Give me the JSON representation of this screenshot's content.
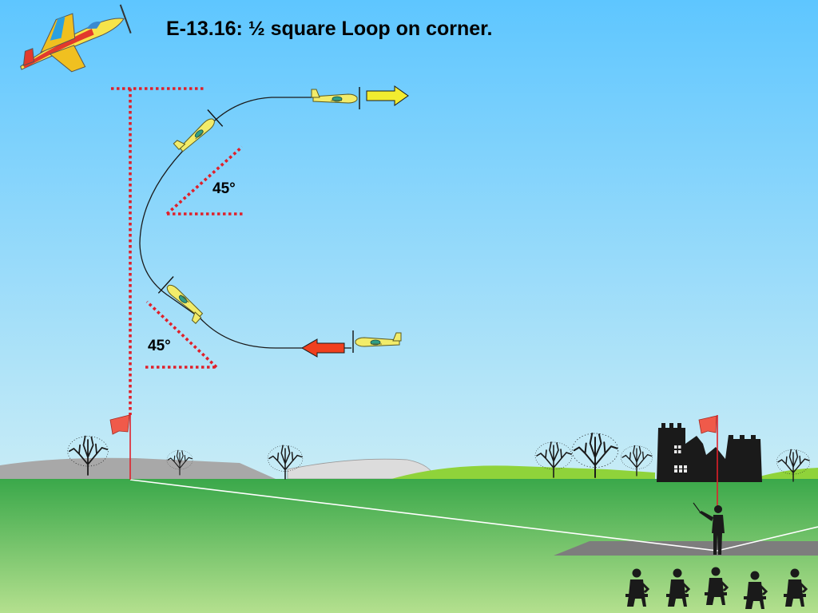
{
  "title": "E-13.16: ½ square Loop on corner.",
  "angle_labels": {
    "upper": "45°",
    "lower": "45°"
  },
  "colors": {
    "sky_top": "#5ec6ff",
    "sky_bottom": "#c8ecf6",
    "grass_top": "#3aa84a",
    "grass_bottom": "#b4e08e",
    "guide_red": "#e0202a",
    "plane_yellow": "#f2ec6a",
    "arrow_out": "#f2ec30",
    "arrow_in": "#f0401e",
    "runway": "#7d7d7d",
    "silhouette": "#1a1a1a"
  },
  "icons": [
    "logo-airplane-icon",
    "aerobatic-plane-icon",
    "direction-arrow-icon",
    "marker-flag-icon",
    "tree-icon",
    "castle-icon",
    "pilot-icon",
    "judge-icon"
  ]
}
